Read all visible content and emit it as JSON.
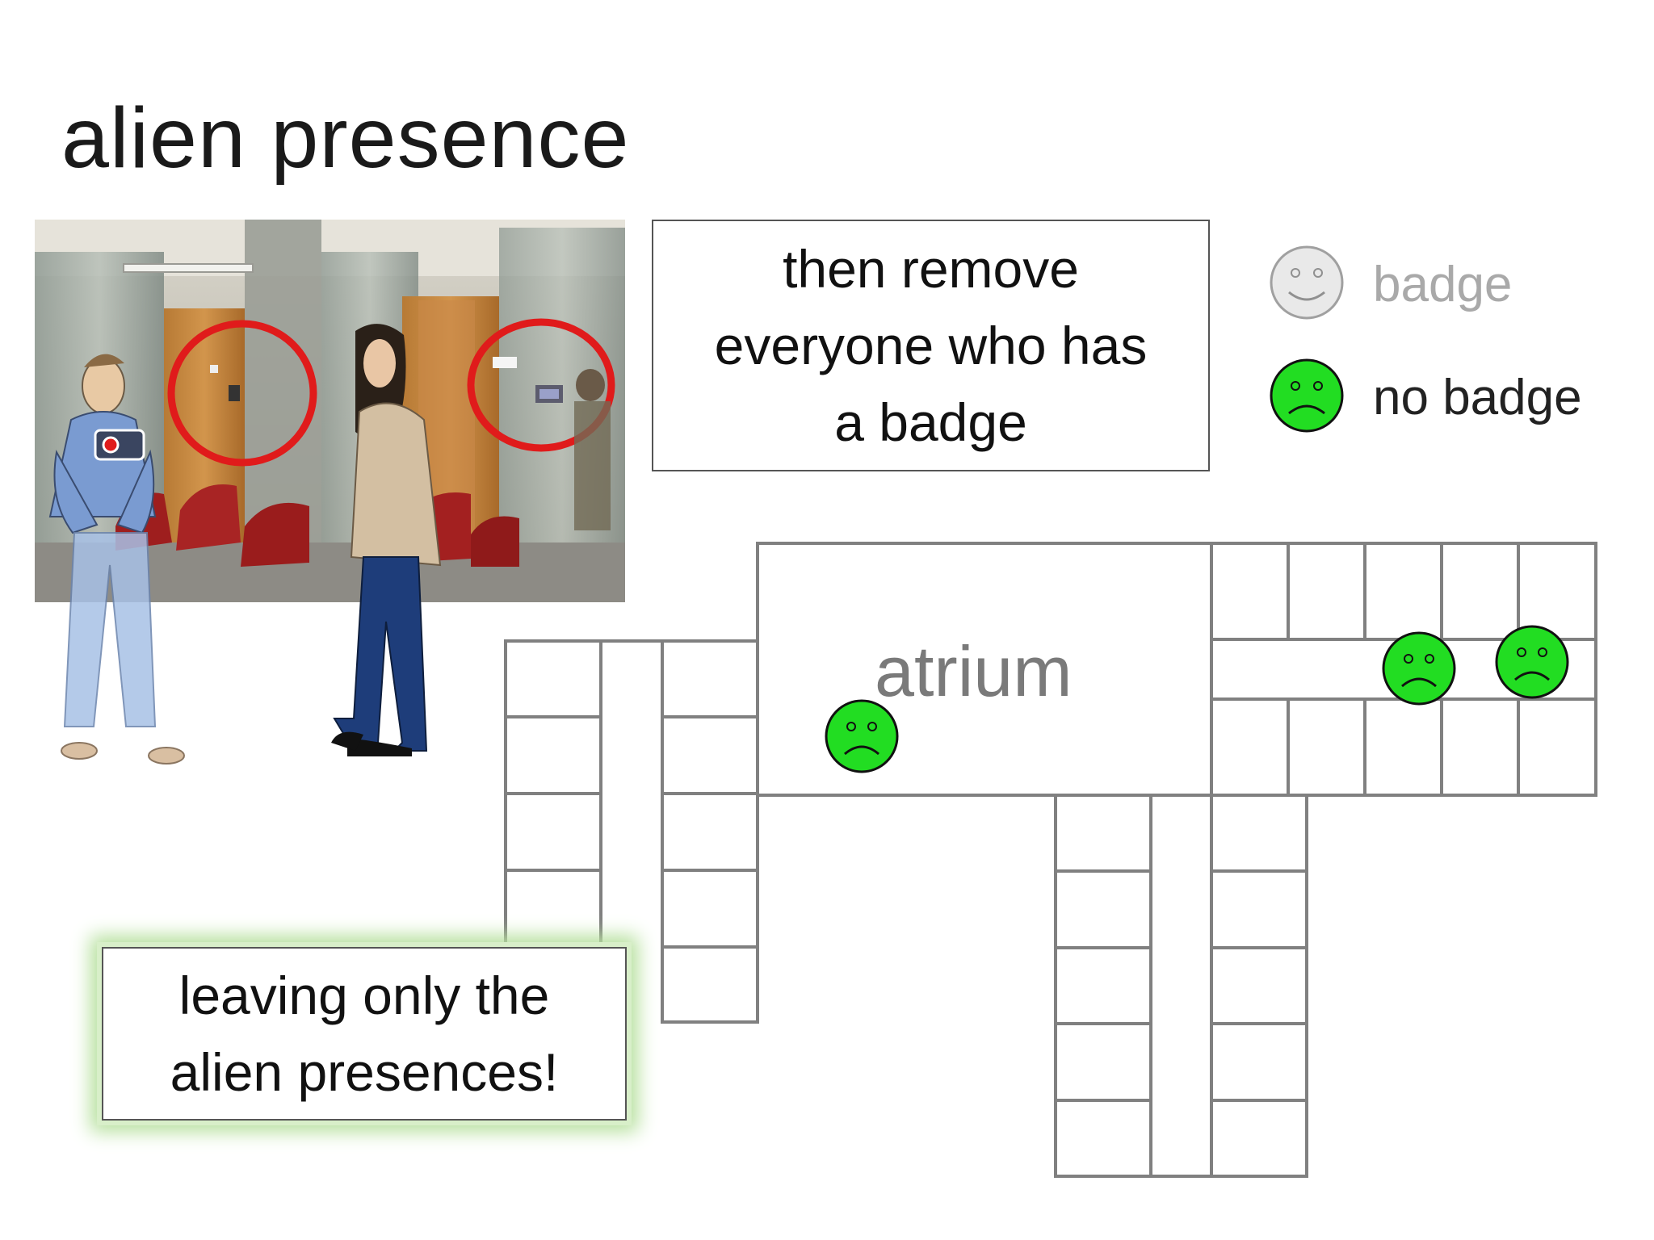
{
  "slide": {
    "title": "alien presence",
    "instruction_box": "then remove everyone who has a badge",
    "conclusion_box": "leaving only the alien presences!"
  },
  "legend": {
    "badge": {
      "label": "badge",
      "icon": "smiley-face-icon",
      "color": "#e6e6e6"
    },
    "no_badge": {
      "label": "no badge",
      "icon": "frowning-face-icon",
      "color": "#22dd22"
    }
  },
  "floor_plan": {
    "room_label": "atrium",
    "wall_color": "#808080",
    "remaining_people": 3
  },
  "photo": {
    "description_icon": "office-photo",
    "highlight_color": "#e01b1b"
  }
}
